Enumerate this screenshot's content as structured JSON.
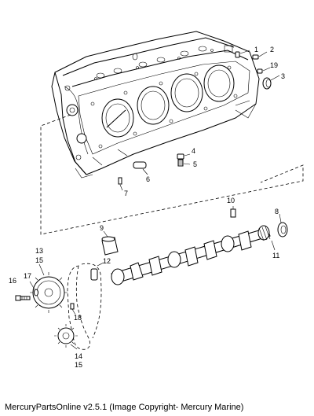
{
  "footer": "MercuryPartsOnline v2.5.1 (Image Copyright- Mercury Marine)",
  "callouts": {
    "c1": "1",
    "c2": "2",
    "c19": "19",
    "c3": "3",
    "c4": "4",
    "c5": "5",
    "c6": "6",
    "c7": "7",
    "c8": "8",
    "c9": "9",
    "c10": "10",
    "c11": "11",
    "c12": "12",
    "c13": "13",
    "c15a": "15",
    "c16": "16",
    "c17": "17",
    "c18": "18",
    "c14": "14",
    "c15b": "15"
  }
}
